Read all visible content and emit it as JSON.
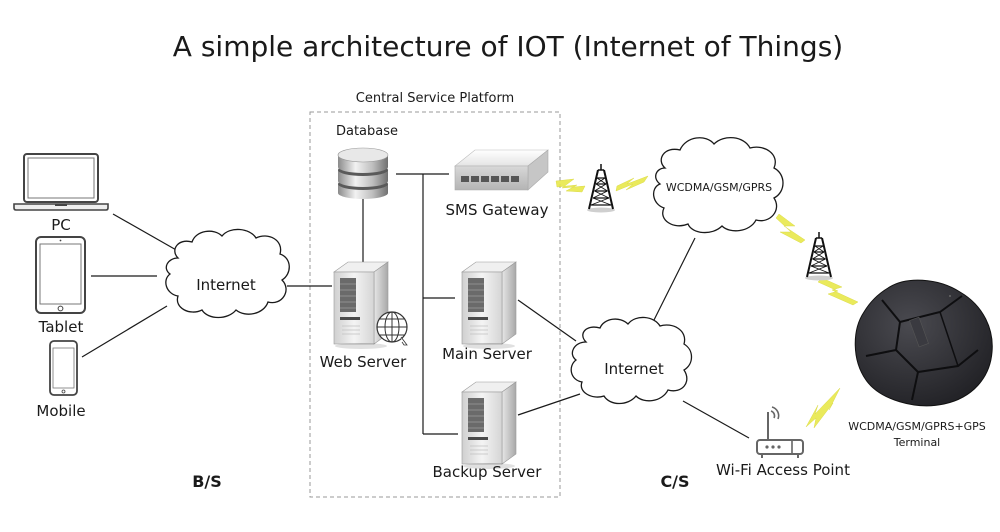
{
  "title": "A simple architecture of IOT (Internet of Things)",
  "platform": {
    "label": "Central Service Platform"
  },
  "nodes": {
    "pc": {
      "label": "PC",
      "icon": "laptop-icon"
    },
    "tablet": {
      "label": "Tablet",
      "icon": "tablet-icon"
    },
    "mobile": {
      "label": "Mobile",
      "icon": "smartphone-icon"
    },
    "internet_left": {
      "label": "Internet",
      "icon": "cloud-icon"
    },
    "database": {
      "label": "Database",
      "icon": "database-icon"
    },
    "web_server": {
      "label": "Web Server",
      "icon": "web-server-icon"
    },
    "sms_gateway": {
      "label": "SMS Gateway",
      "icon": "network-switch-icon"
    },
    "main_server": {
      "label": "Main Server",
      "icon": "server-icon"
    },
    "backup_server": {
      "label": "Backup Server",
      "icon": "server-icon"
    },
    "internet_right": {
      "label": "Internet",
      "icon": "cloud-icon"
    },
    "cellular": {
      "label": "WCDMA/GSM/GPRS",
      "icon": "cloud-icon"
    },
    "tower_1": {
      "icon": "cell-tower-icon"
    },
    "tower_2": {
      "icon": "cell-tower-icon"
    },
    "wifi_ap": {
      "label": "Wi-Fi Access Point",
      "icon": "wifi-router-icon"
    },
    "terminal": {
      "label_line1": "WCDMA/GSM/GPRS+GPS",
      "label_line2": "Terminal",
      "icon": "gps-tracker-icon"
    }
  },
  "zones": {
    "left": "B/S",
    "right": "C/S"
  },
  "connections": [
    {
      "from": "pc",
      "to": "internet_left",
      "type": "wired"
    },
    {
      "from": "tablet",
      "to": "internet_left",
      "type": "wired"
    },
    {
      "from": "mobile",
      "to": "internet_left",
      "type": "wired"
    },
    {
      "from": "internet_left",
      "to": "web_server",
      "type": "wired"
    },
    {
      "from": "database",
      "to": "web_server",
      "type": "wired"
    },
    {
      "from": "database",
      "to": "sms_gateway",
      "type": "wired"
    },
    {
      "from": "database",
      "to": "main_server",
      "type": "wired"
    },
    {
      "from": "database",
      "to": "backup_server",
      "type": "wired"
    },
    {
      "from": "main_server",
      "to": "internet_right",
      "type": "wired"
    },
    {
      "from": "backup_server",
      "to": "internet_right",
      "type": "wired"
    },
    {
      "from": "internet_right",
      "to": "cellular",
      "type": "wired"
    },
    {
      "from": "internet_right",
      "to": "wifi_ap",
      "type": "wired"
    },
    {
      "from": "sms_gateway",
      "to": "tower_1",
      "type": "wireless"
    },
    {
      "from": "tower_1",
      "to": "cellular",
      "type": "wireless"
    },
    {
      "from": "cellular",
      "to": "tower_2",
      "type": "wireless"
    },
    {
      "from": "tower_2",
      "to": "terminal",
      "type": "wireless"
    },
    {
      "from": "wifi_ap",
      "to": "terminal",
      "type": "wireless"
    }
  ],
  "colors": {
    "wireless_bolt": "#e8e84a",
    "terminal_body": "#2a2a2e",
    "line": "#1a1a1a",
    "platform_border": "#9a9a9a"
  }
}
